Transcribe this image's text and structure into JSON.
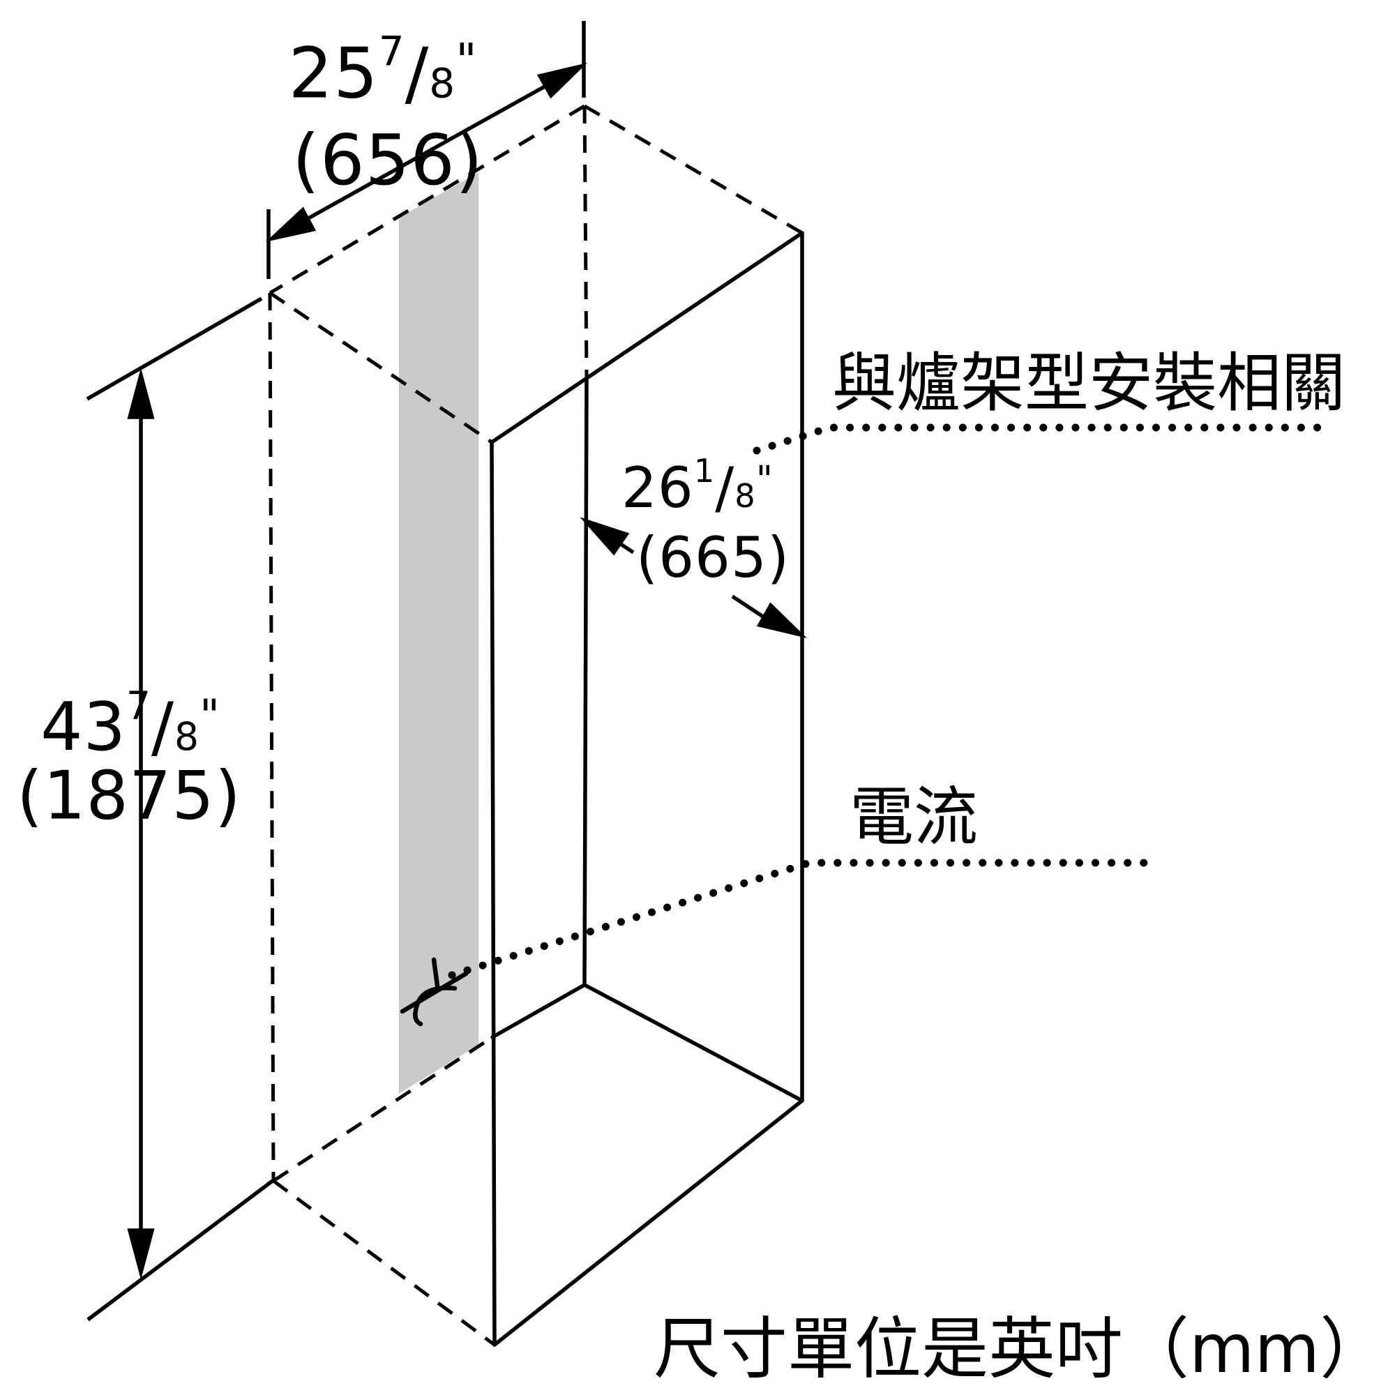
{
  "diagram": {
    "title_hint": "appliance-niche-installation-dimension-diagram",
    "dimensions": {
      "width": {
        "inches_whole": "25",
        "frac_numerator": "7",
        "frac_slash": "/",
        "frac_denominator": "8",
        "inch_mark": "\"",
        "millimeters": "(656)"
      },
      "depth": {
        "inches_whole": "26",
        "frac_numerator": "1",
        "frac_slash": "/",
        "frac_denominator": "8",
        "inch_mark": "\"",
        "millimeters": "(665)"
      },
      "height": {
        "inches_whole": "43",
        "frac_numerator": "7",
        "frac_slash": "/",
        "frac_denominator": "8",
        "inch_mark": "\"",
        "millimeters": "(1875)"
      }
    },
    "labels": {
      "stove_rack_related": "與爐架型安裝相關",
      "power_supply": "電流"
    },
    "unit_note": "尺寸單位是英吋（mm）",
    "icons": {
      "electrical_connection": "electrical-connection-icon"
    },
    "colors": {
      "line": "#000000",
      "background": "#ffffff",
      "shade_strip": "#cacaca"
    }
  }
}
